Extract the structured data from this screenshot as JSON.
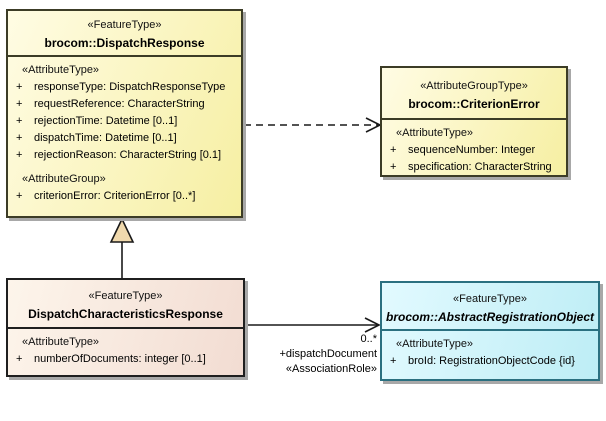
{
  "diagram_type": "uml-class-diagram",
  "visibility_plus": "+",
  "classes": {
    "dispatchResponse": {
      "stereotype": "«FeatureType»",
      "name": "brocom::DispatchResponse",
      "attr_stereotype": "«AttributeType»",
      "attributes": [
        "responseType: DispatchResponseType",
        "requestReference: CharacterString",
        "rejectionTime: Datetime [0..1]",
        "dispatchTime: Datetime [0..1]",
        "rejectionReason: CharacterString [0.1]"
      ],
      "group_stereotype": "«AttributeGroup»",
      "group_attributes": [
        "criterionError: CriterionError [0..*]"
      ]
    },
    "criterionError": {
      "stereotype": "«AttributeGroupType»",
      "name": "brocom::CriterionError",
      "attr_stereotype": "«AttributeType»",
      "attributes": [
        "sequenceNumber: Integer",
        "specification: CharacterString"
      ]
    },
    "dispatchCharacteristicsResponse": {
      "stereotype": "«FeatureType»",
      "name": "DispatchCharacteristicsResponse",
      "attr_stereotype": "«AttributeType»",
      "attributes": [
        "numberOfDocuments: integer [0..1]"
      ]
    },
    "abstractRegistrationObject": {
      "stereotype": "«FeatureType»",
      "name": "brocom::AbstractRegistrationObject",
      "attr_stereotype": "«AttributeType»",
      "attributes": [
        "broId: RegistrationObjectCode {id}"
      ]
    }
  },
  "association": {
    "multiplicity": "0..*",
    "role": "+dispatchDocument",
    "stereotype": "«AssociationRole»"
  },
  "colors": {
    "class_yellow_fill": "#f6efa2",
    "class_yellow_border": "#3c3c26",
    "class_pink_fill": "#f2dcd2",
    "class_pink_border": "#1f1f1f",
    "class_cyan_fill": "#bdedf5",
    "class_cyan_border": "#2b7080",
    "connector_stroke": "#1a1a1a",
    "generalization_arrow_fill": "#f0d9ad",
    "shadow": "#a8a8a8",
    "background": "#ffffff"
  }
}
